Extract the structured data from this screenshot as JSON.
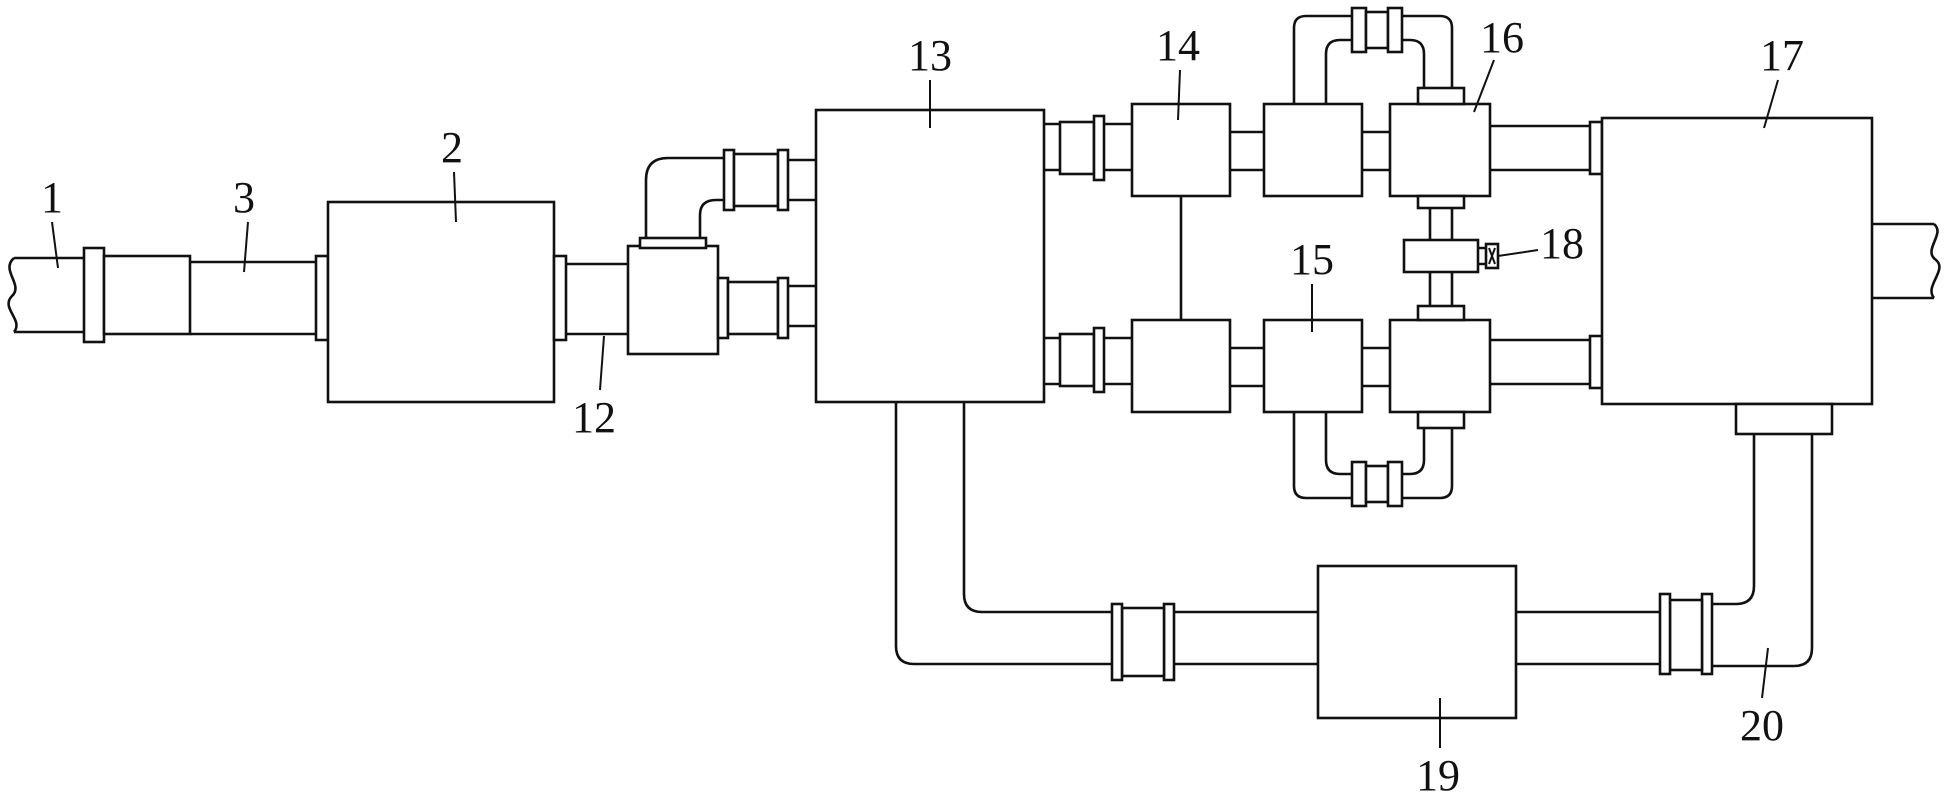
{
  "labels": {
    "l1": "1",
    "l2": "2",
    "l3": "3",
    "l12": "12",
    "l13": "13",
    "l14": "14",
    "l15": "15",
    "l16": "16",
    "l17": "17",
    "l18": "18",
    "l19": "19",
    "l20": "20"
  }
}
